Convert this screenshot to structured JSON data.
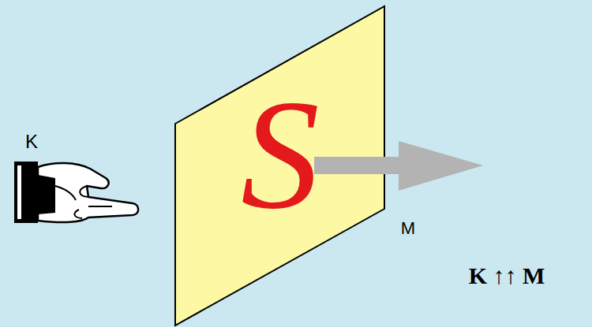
{
  "diagram": {
    "nodes": [
      {
        "text": [
          "S"
        ]
      }
    ],
    "labels": [
      "K",
      "M",
      "K ↑↑ M"
    ]
  }
}
